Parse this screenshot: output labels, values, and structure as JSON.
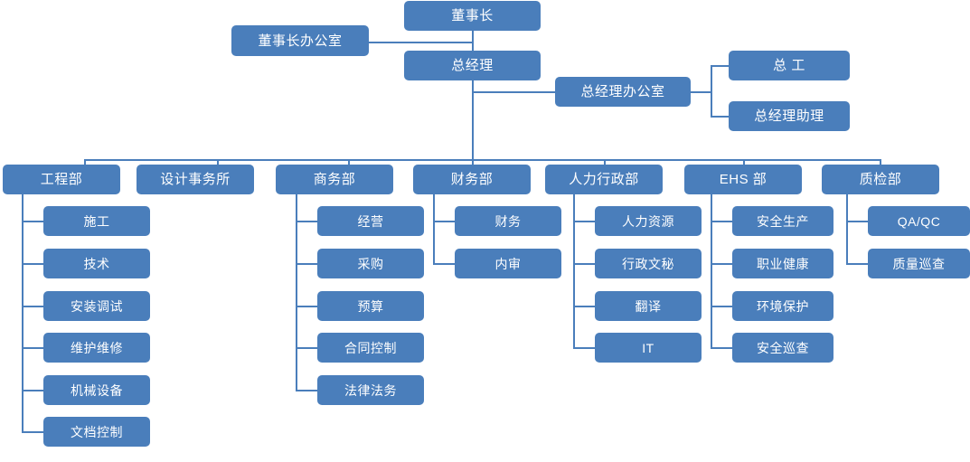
{
  "chart": {
    "title_text": "",
    "colors": {
      "node_fill": "#4a7ebb",
      "node_text": "#ffffff",
      "connector": "#4a7ebb",
      "background": "#ffffff"
    },
    "levels": {
      "executive": [
        {
          "id": "chairman",
          "label": "董事长"
        },
        {
          "id": "chairman-office",
          "label": "董事长办公室"
        },
        {
          "id": "general-manager",
          "label": "总经理"
        },
        {
          "id": "gm-office",
          "label": "总经理办公室"
        },
        {
          "id": "chief-engineer",
          "label": "总 工"
        },
        {
          "id": "gm-assistant",
          "label": "总经理助理"
        }
      ],
      "departments": [
        {
          "id": "engineering",
          "label": "工程部",
          "children": [
            {
              "id": "construction",
              "label": "施工"
            },
            {
              "id": "technology",
              "label": "技术"
            },
            {
              "id": "installation-commissioning",
              "label": "安装调试"
            },
            {
              "id": "maintenance-repair",
              "label": "维护维修"
            },
            {
              "id": "mechanical-equipment",
              "label": "机械设备"
            },
            {
              "id": "document-control",
              "label": "文档控制"
            }
          ]
        },
        {
          "id": "design-office",
          "label": "设计事务所",
          "children": []
        },
        {
          "id": "commerce",
          "label": "商务部",
          "children": [
            {
              "id": "operations",
              "label": "经营"
            },
            {
              "id": "procurement",
              "label": "采购"
            },
            {
              "id": "budget",
              "label": "预算"
            },
            {
              "id": "contract-control",
              "label": "合同控制"
            },
            {
              "id": "legal-affairs",
              "label": "法律法务"
            }
          ]
        },
        {
          "id": "finance",
          "label": "财务部",
          "children": [
            {
              "id": "accounting",
              "label": "财务"
            },
            {
              "id": "internal-audit",
              "label": "内审"
            }
          ]
        },
        {
          "id": "hr-admin",
          "label": "人力行政部",
          "children": [
            {
              "id": "human-resources",
              "label": "人力资源"
            },
            {
              "id": "admin-secretary",
              "label": "行政文秘"
            },
            {
              "id": "translation",
              "label": "翻译"
            },
            {
              "id": "it",
              "label": "IT"
            }
          ]
        },
        {
          "id": "ehs",
          "label": "EHS 部",
          "children": [
            {
              "id": "safe-production",
              "label": "安全生产"
            },
            {
              "id": "occupational-health",
              "label": "职业健康"
            },
            {
              "id": "environmental-protection",
              "label": "环境保护"
            },
            {
              "id": "safety-inspection",
              "label": "安全巡查"
            }
          ]
        },
        {
          "id": "quality-inspection",
          "label": "质检部",
          "children": [
            {
              "id": "qa-qc",
              "label": "QA/QC"
            },
            {
              "id": "quality-patrol",
              "label": "质量巡查"
            }
          ]
        }
      ]
    }
  }
}
